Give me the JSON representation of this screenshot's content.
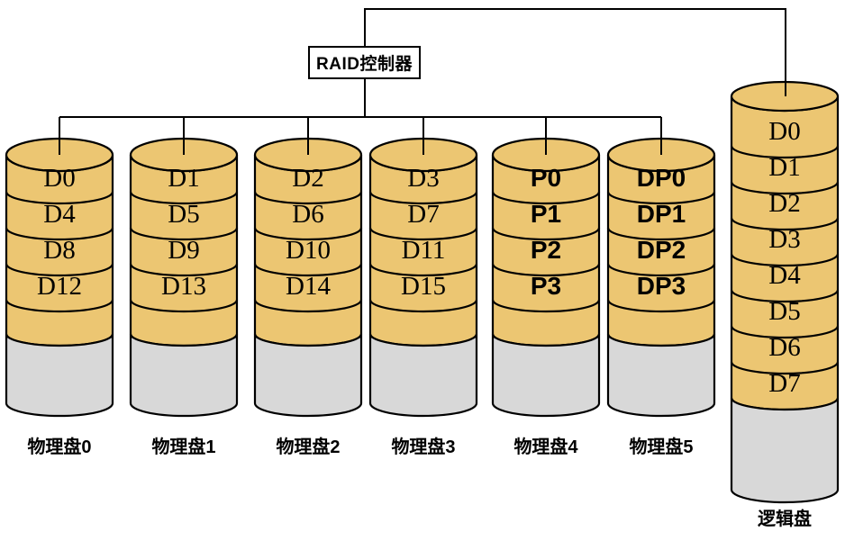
{
  "diagram": {
    "controller": {
      "label": "RAID控制器"
    },
    "physical_disks": [
      {
        "label": "物理盘0",
        "bands": [
          "D0",
          "D4",
          "D8",
          "D12"
        ],
        "emphasis": false
      },
      {
        "label": "物理盘1",
        "bands": [
          "D1",
          "D5",
          "D9",
          "D13"
        ],
        "emphasis": false
      },
      {
        "label": "物理盘2",
        "bands": [
          "D2",
          "D6",
          "D10",
          "D14"
        ],
        "emphasis": false
      },
      {
        "label": "物理盘3",
        "bands": [
          "D3",
          "D7",
          "D11",
          "D15"
        ],
        "emphasis": false
      },
      {
        "label": "物理盘4",
        "bands": [
          "P0",
          "P1",
          "P2",
          "P3"
        ],
        "emphasis": true
      },
      {
        "label": "物理盘5",
        "bands": [
          "DP0",
          "DP1",
          "DP2",
          "DP3"
        ],
        "emphasis": true
      }
    ],
    "logical_disk": {
      "label": "逻辑盘",
      "bands": [
        "D0",
        "D1",
        "D2",
        "D3",
        "D4",
        "D5",
        "D6",
        "D7"
      ]
    },
    "colors": {
      "platter": "#ECC672",
      "base": "#D8D8D8",
      "outline": "#000000",
      "background": "#FFFFFF"
    }
  }
}
